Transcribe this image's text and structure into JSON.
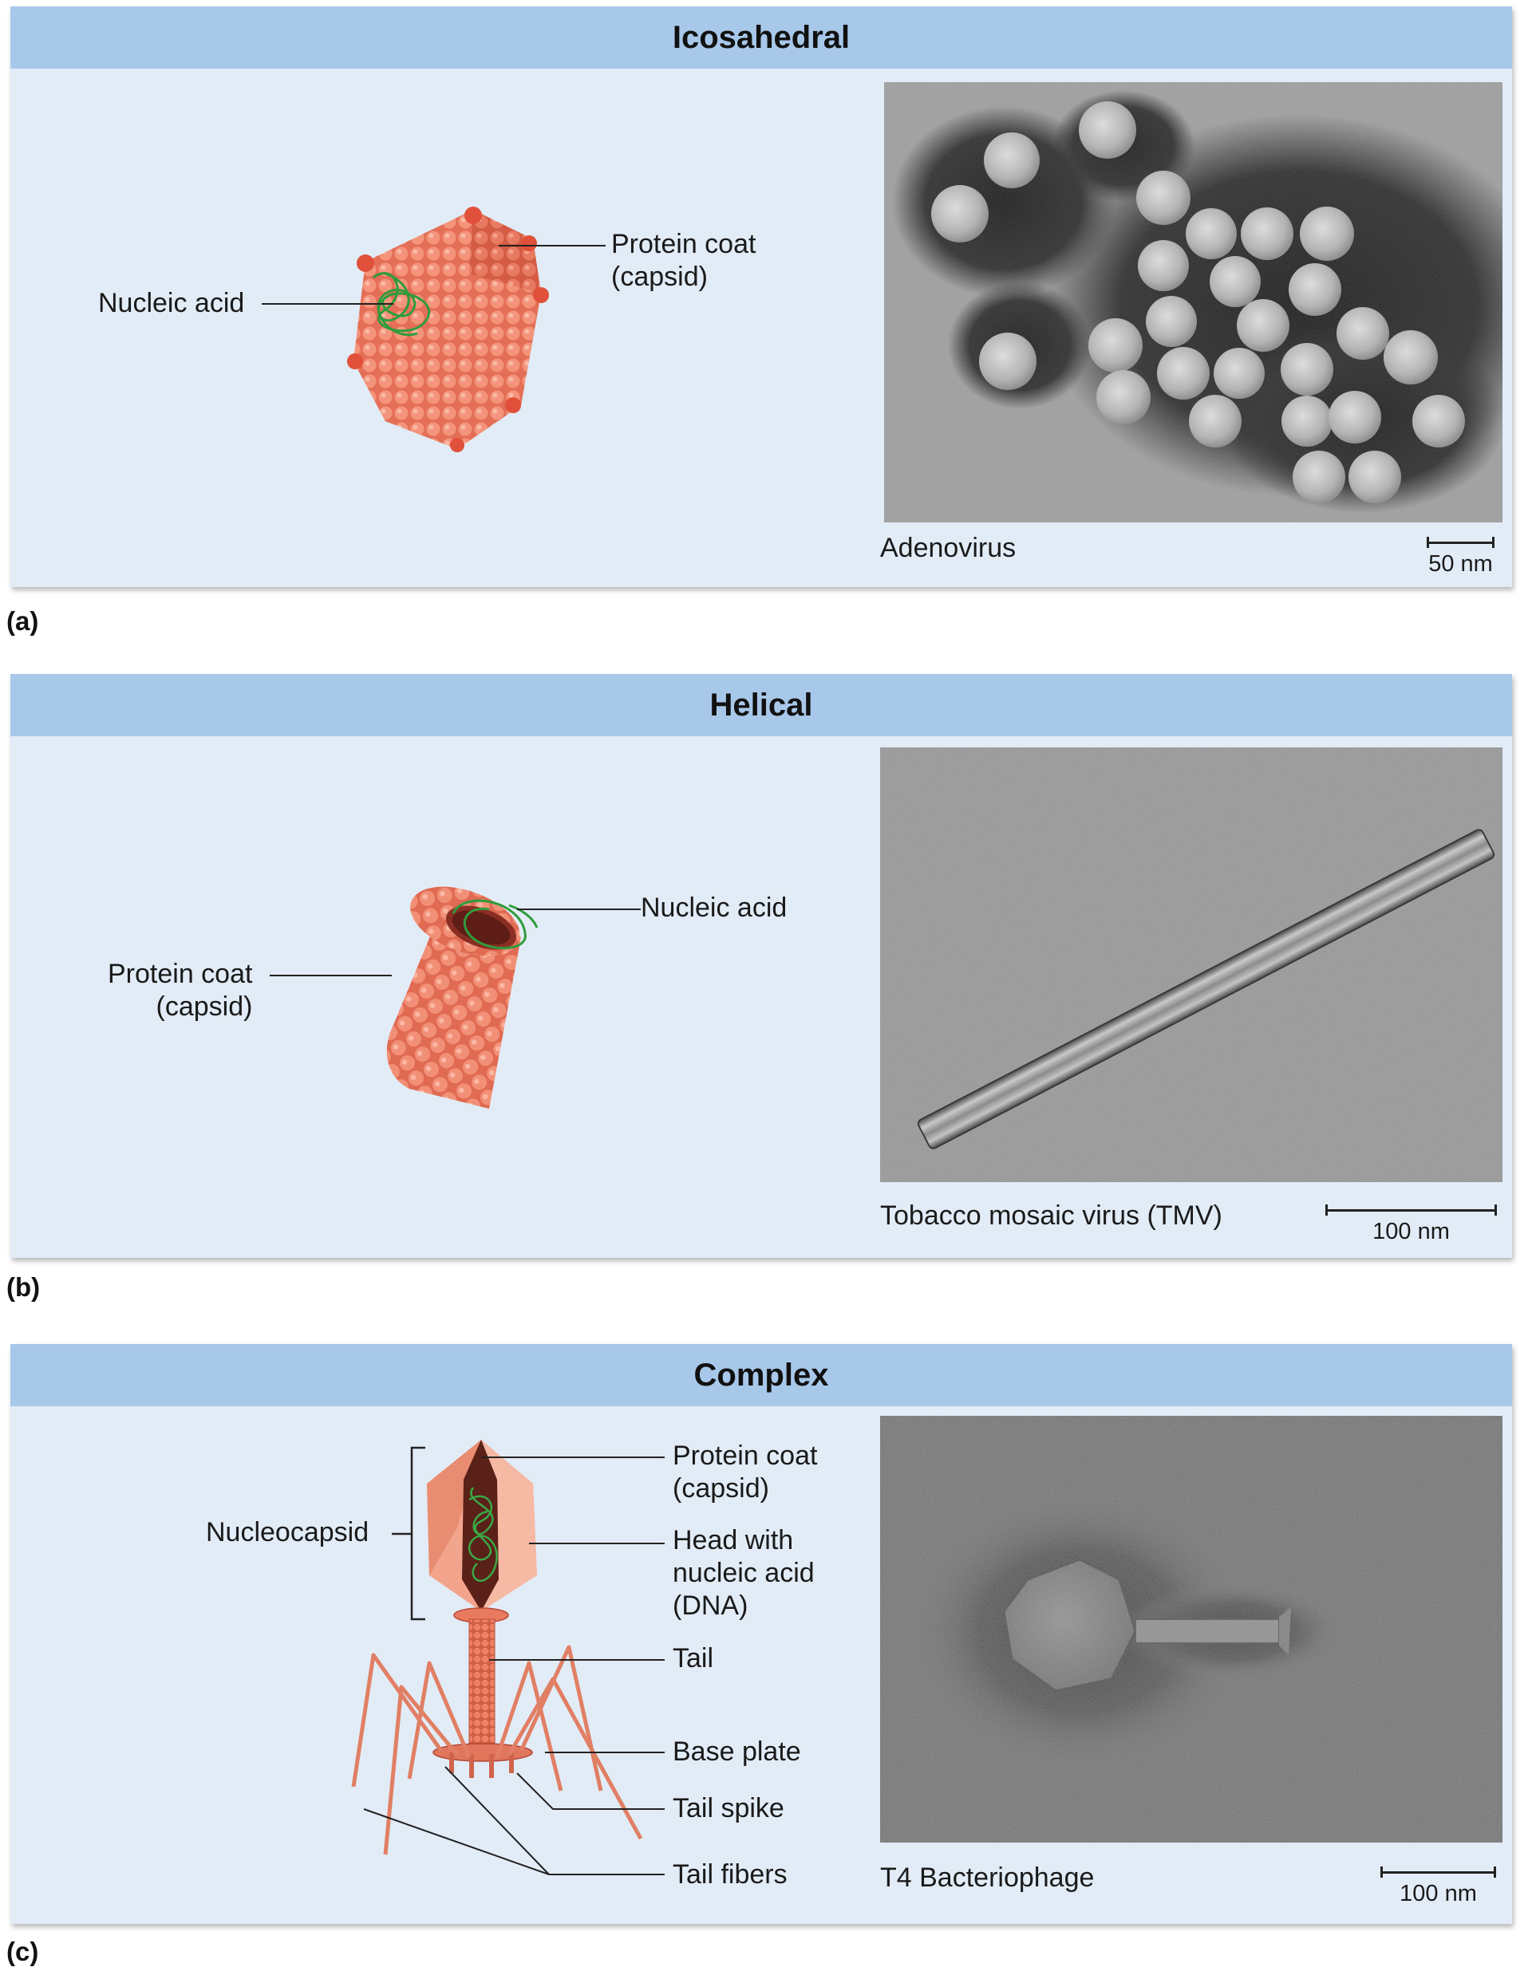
{
  "panels": {
    "a": {
      "title": "Icosahedral",
      "letter": "(a)",
      "label_nucleic": "Nucleic acid",
      "label_coat": [
        "Protein coat",
        "(capsid)"
      ],
      "caption": "Adenovirus",
      "scale": "50 nm"
    },
    "b": {
      "title": "Helical",
      "letter": "(b)",
      "label_nucleic": "Nucleic acid",
      "label_coat": [
        "Protein coat",
        "(capsid)"
      ],
      "caption": "Tobacco mosaic virus (TMV)",
      "scale": "100 nm"
    },
    "c": {
      "title": "Complex",
      "letter": "(c)",
      "label_nucleocapsid": "Nucleocapsid",
      "label_coat": [
        "Protein coat",
        "(capsid)"
      ],
      "label_head": [
        "Head with",
        "nucleic acid",
        "(DNA)"
      ],
      "label_tail": "Tail",
      "label_baseplate": "Base plate",
      "label_spike": "Tail spike",
      "label_fibers": "Tail fibers",
      "caption": "T4 Bacteriophage",
      "scale": "100 nm"
    }
  },
  "colors": {
    "header": "#a8c8ea",
    "panel": "#e2ecf7",
    "capsid": "#ef8a70",
    "nucleic_acid": "#3aa845"
  }
}
